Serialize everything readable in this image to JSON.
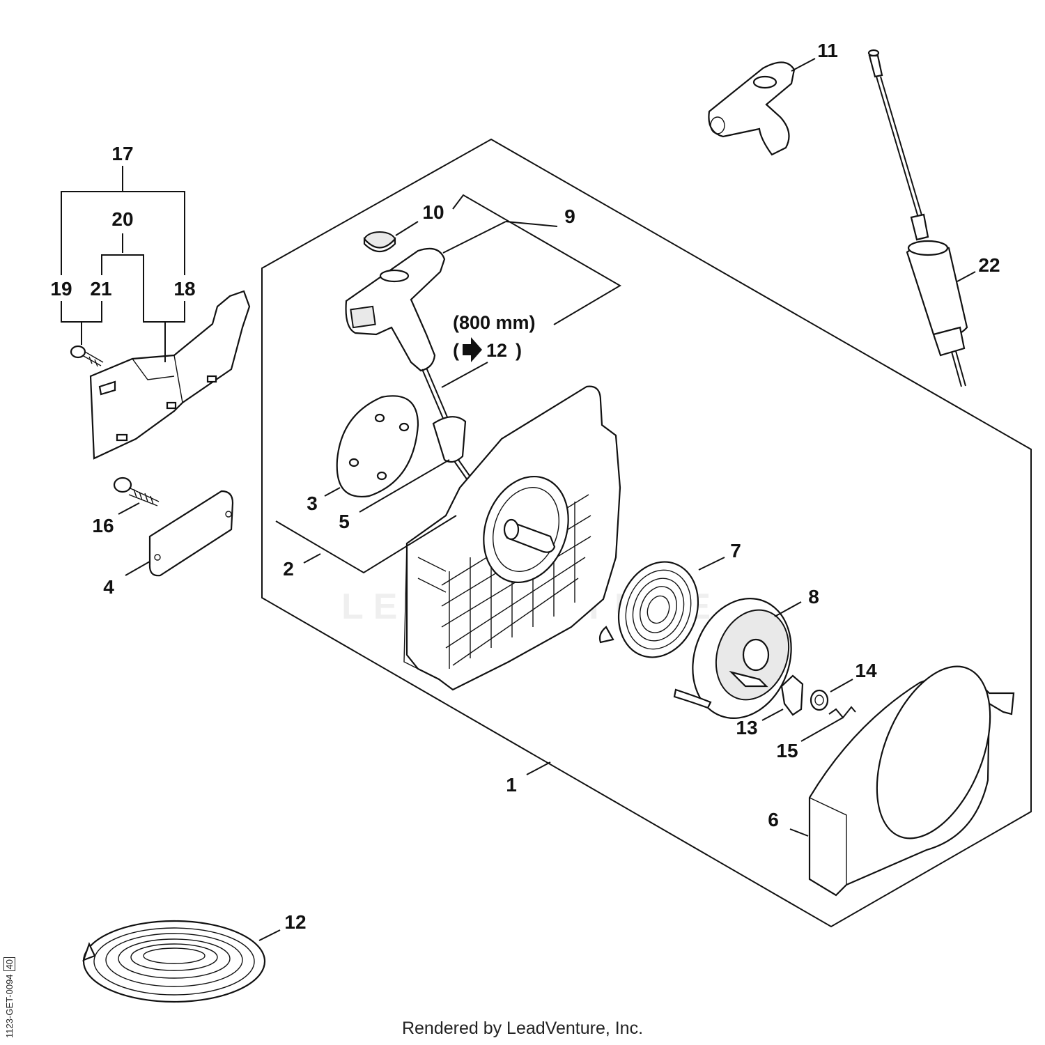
{
  "diagram": {
    "callouts": {
      "c1": "1",
      "c2": "2",
      "c3": "3",
      "c4": "4",
      "c5": "5",
      "c6": "6",
      "c7": "7",
      "c8": "8",
      "c9": "9",
      "c10": "10",
      "c11": "11",
      "c12": "12",
      "c13": "13",
      "c14": "14",
      "c15": "15",
      "c16": "16",
      "c17": "17",
      "c18": "18",
      "c19": "19",
      "c20": "20",
      "c21": "21",
      "c22": "22"
    },
    "rope_note": {
      "length": "(800 mm)",
      "ref_open": "(",
      "ref_number": "12",
      "ref_close": ")"
    },
    "watermark": "LEADVENTURE"
  },
  "footer": {
    "credit": "Rendered by LeadVenture, Inc.",
    "drawing_code": "1123-GET-0094",
    "drawing_sheet": "40"
  }
}
